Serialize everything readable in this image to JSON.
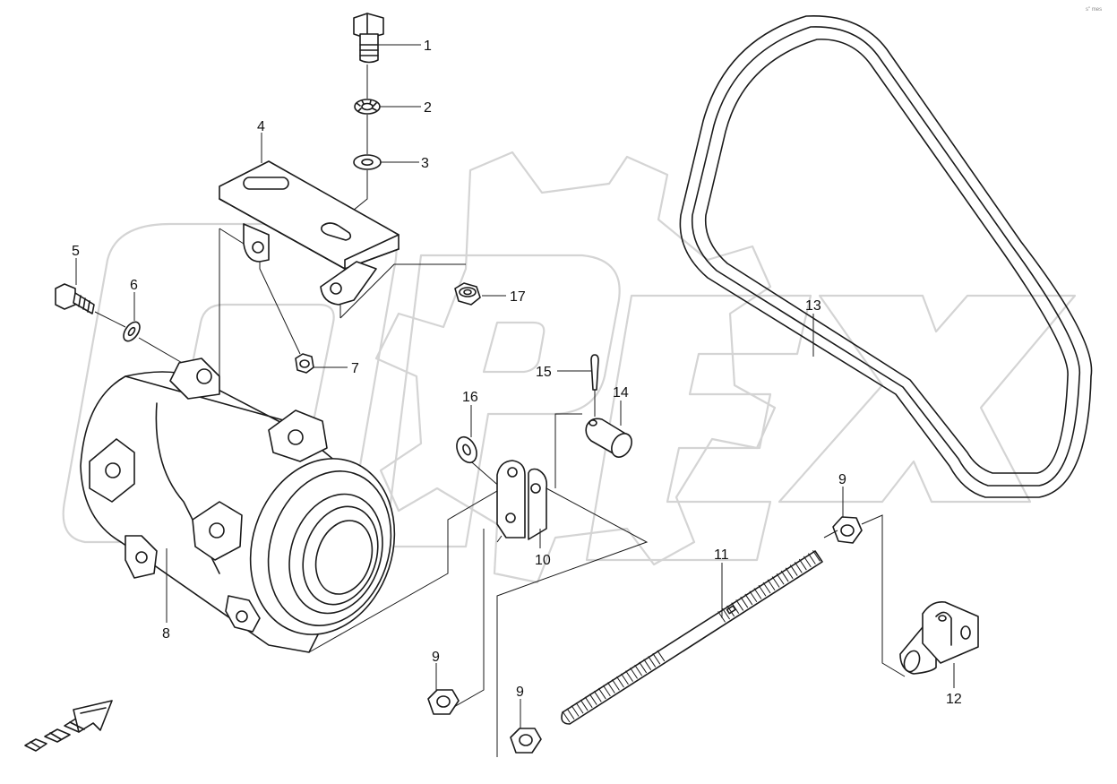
{
  "diagram": {
    "corner_mark": "s\" mes",
    "callouts": [
      {
        "id": "c1",
        "label": "1"
      },
      {
        "id": "c2",
        "label": "2"
      },
      {
        "id": "c3",
        "label": "3"
      },
      {
        "id": "c4",
        "label": "4"
      },
      {
        "id": "c5",
        "label": "5"
      },
      {
        "id": "c6",
        "label": "6"
      },
      {
        "id": "c7",
        "label": "7"
      },
      {
        "id": "c8",
        "label": "8"
      },
      {
        "id": "c9a",
        "label": "9"
      },
      {
        "id": "c9b",
        "label": "9"
      },
      {
        "id": "c9c",
        "label": "9"
      },
      {
        "id": "c10",
        "label": "10"
      },
      {
        "id": "c11",
        "label": "11"
      },
      {
        "id": "c12",
        "label": "12"
      },
      {
        "id": "c13",
        "label": "13"
      },
      {
        "id": "c14",
        "label": "14"
      },
      {
        "id": "c15",
        "label": "15"
      },
      {
        "id": "c16",
        "label": "16"
      },
      {
        "id": "c17",
        "label": "17"
      }
    ]
  }
}
